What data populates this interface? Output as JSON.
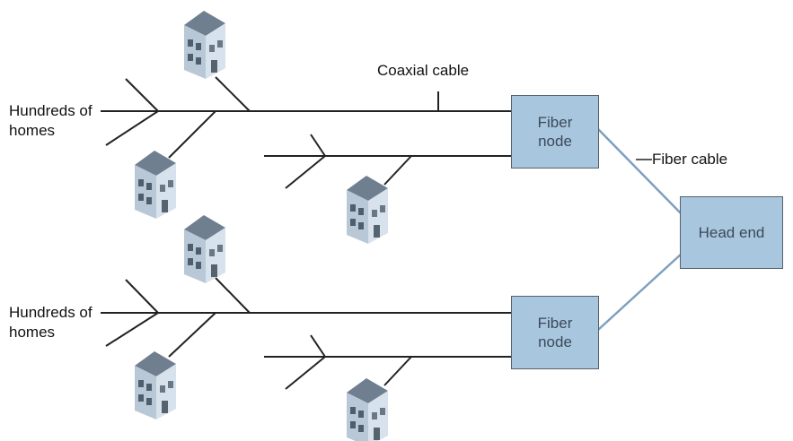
{
  "labels": {
    "coaxial_cable": "Coaxial cable",
    "fiber_cable": "Fiber cable",
    "hundreds_of_homes_1": "Hundreds of homes",
    "hundreds_of_homes_2": "Hundreds of homes"
  },
  "nodes": {
    "fiber_node_1": "Fiber node",
    "fiber_node_2": "Fiber node",
    "head_end": "Head end"
  },
  "colors": {
    "box_fill": "#a9c6df",
    "box_border": "#55606b",
    "fiber_line": "#7f9fbf",
    "coax_line": "#222222",
    "house_wall": "#c9d6e2",
    "house_roof": "#7e8e9e"
  },
  "icons": [
    "house-icon"
  ]
}
